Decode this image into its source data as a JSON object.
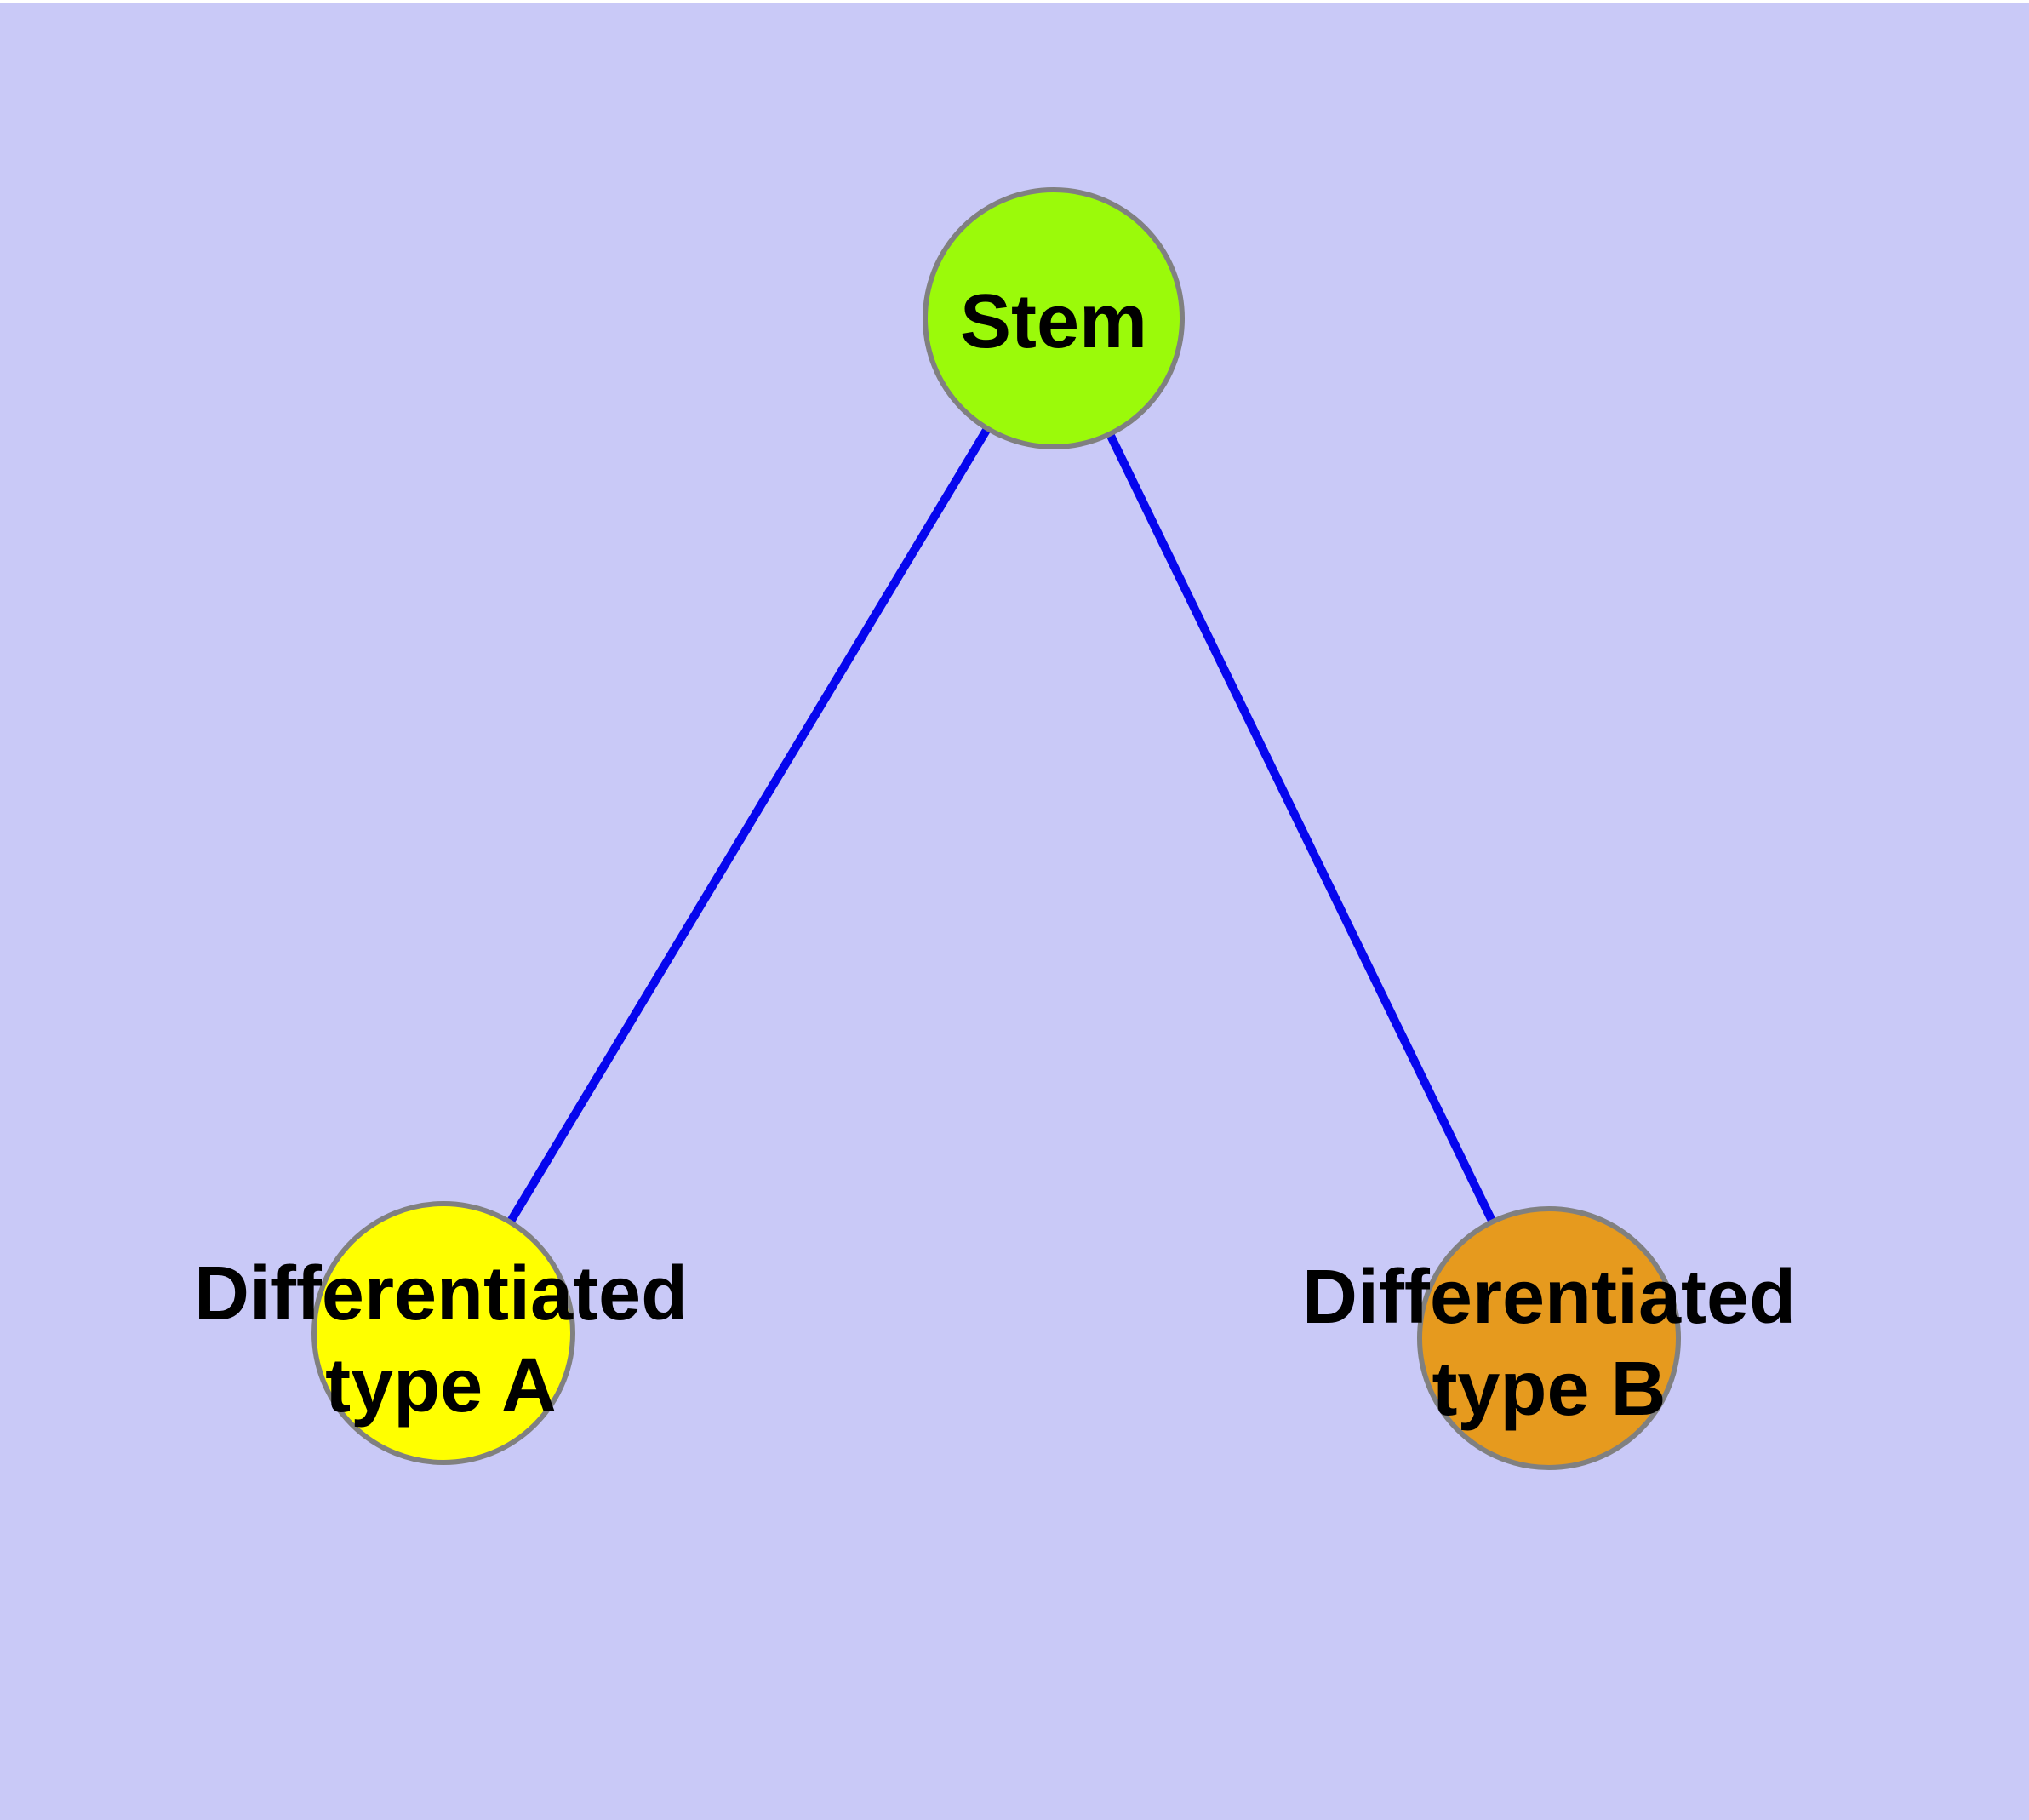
{
  "figure": {
    "background_color": "#C9C9F7",
    "top_border_color": "#FFFFFF",
    "label_color": "#000000"
  },
  "graph": {
    "edge_color": "#0606EE",
    "node_border_color": "#808080",
    "nodes": [
      {
        "id": "stem",
        "label": "Stem",
        "fill": "#9BFA0A"
      },
      {
        "id": "differentiated-type-a",
        "label": "Differentiated\ntype A",
        "fill": "#FFFF00"
      },
      {
        "id": "differentiated-type-b",
        "label": "Differentiated\ntype B",
        "fill": "#E69A1E"
      }
    ],
    "edges": [
      {
        "from": "Stem",
        "to": "Differentiated type A"
      },
      {
        "from": "Stem",
        "to": "Differentiated type B"
      }
    ]
  }
}
